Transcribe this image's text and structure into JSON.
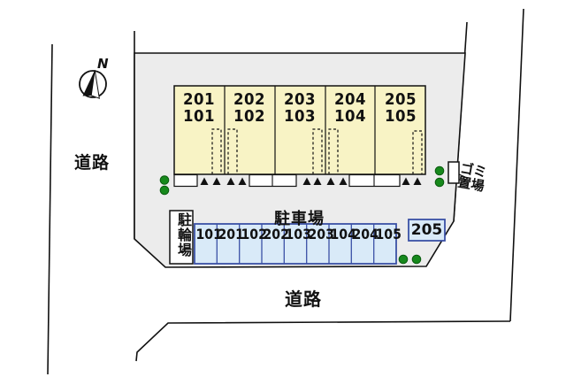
{
  "compass": {
    "label": "N"
  },
  "roads": {
    "left_label": "道路",
    "bottom_label": "道路"
  },
  "building": {
    "units": [
      {
        "upper": "201",
        "lower": "101"
      },
      {
        "upper": "202",
        "lower": "102"
      },
      {
        "upper": "203",
        "lower": "103"
      },
      {
        "upper": "204",
        "lower": "104"
      },
      {
        "upper": "205",
        "lower": "105"
      }
    ]
  },
  "parking": {
    "title": "駐車場",
    "spaces": [
      "101",
      "201",
      "102",
      "202",
      "103",
      "203",
      "104",
      "204",
      "105"
    ],
    "separate_space": "205"
  },
  "bicycle_parking": {
    "label": "駐輪場"
  },
  "garbage": {
    "label_line1": "ゴミ",
    "label_line2": "置場"
  },
  "colors": {
    "site_fill": "#ececec",
    "building_fill": "#f8f3c5",
    "parking_fill": "#d9eaf8",
    "parking_border": "#3a50a5",
    "tree_green": "#17891c",
    "line_black": "#111111"
  }
}
